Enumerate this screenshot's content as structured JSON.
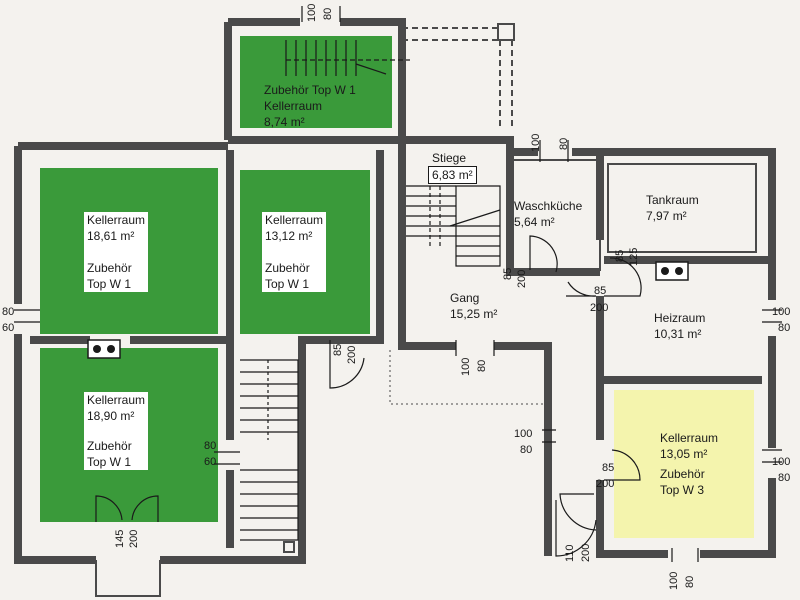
{
  "rooms": {
    "top_keller": {
      "line1": "Zubehör Top W 1",
      "line2": "Kellerraum",
      "area": "8,74 m²"
    },
    "keller_1": {
      "name": "Kellerraum",
      "area": "18,61 m²",
      "zub1": "Zubehör",
      "zub2": "Top W 1"
    },
    "keller_2": {
      "name": "Kellerraum",
      "area": "13,12 m²",
      "zub1": "Zubehör",
      "zub2": "Top W 1"
    },
    "keller_3": {
      "name": "Kellerraum",
      "area": "18,90 m²",
      "zub1": "Zubehör",
      "zub2": "Top W 1"
    },
    "keller_4": {
      "name": "Kellerraum",
      "area": "13,05 m²",
      "zub1": "Zubehör",
      "zub2": "Top W 3"
    },
    "stiege": {
      "name": "Stiege",
      "area": "6,83 m²"
    },
    "waschkueche": {
      "name": "Waschküche",
      "area": "5,64 m²"
    },
    "tankraum": {
      "name": "Tankraum",
      "area": "7,97 m²"
    },
    "gang": {
      "name": "Gang",
      "area": "15,25 m²"
    },
    "heizraum": {
      "name": "Heizraum",
      "area": "10,31 m²"
    }
  },
  "dimensions": {
    "d100": "100",
    "d80": "80",
    "d60": "60",
    "d85": "85",
    "d200": "200",
    "d125": "125",
    "d145": "145",
    "d110": "110"
  },
  "colors": {
    "wall": "#4a4a4a",
    "green": "#3a9a3a",
    "yellow": "#f4f4ad",
    "floor": "#f4f2ee"
  }
}
